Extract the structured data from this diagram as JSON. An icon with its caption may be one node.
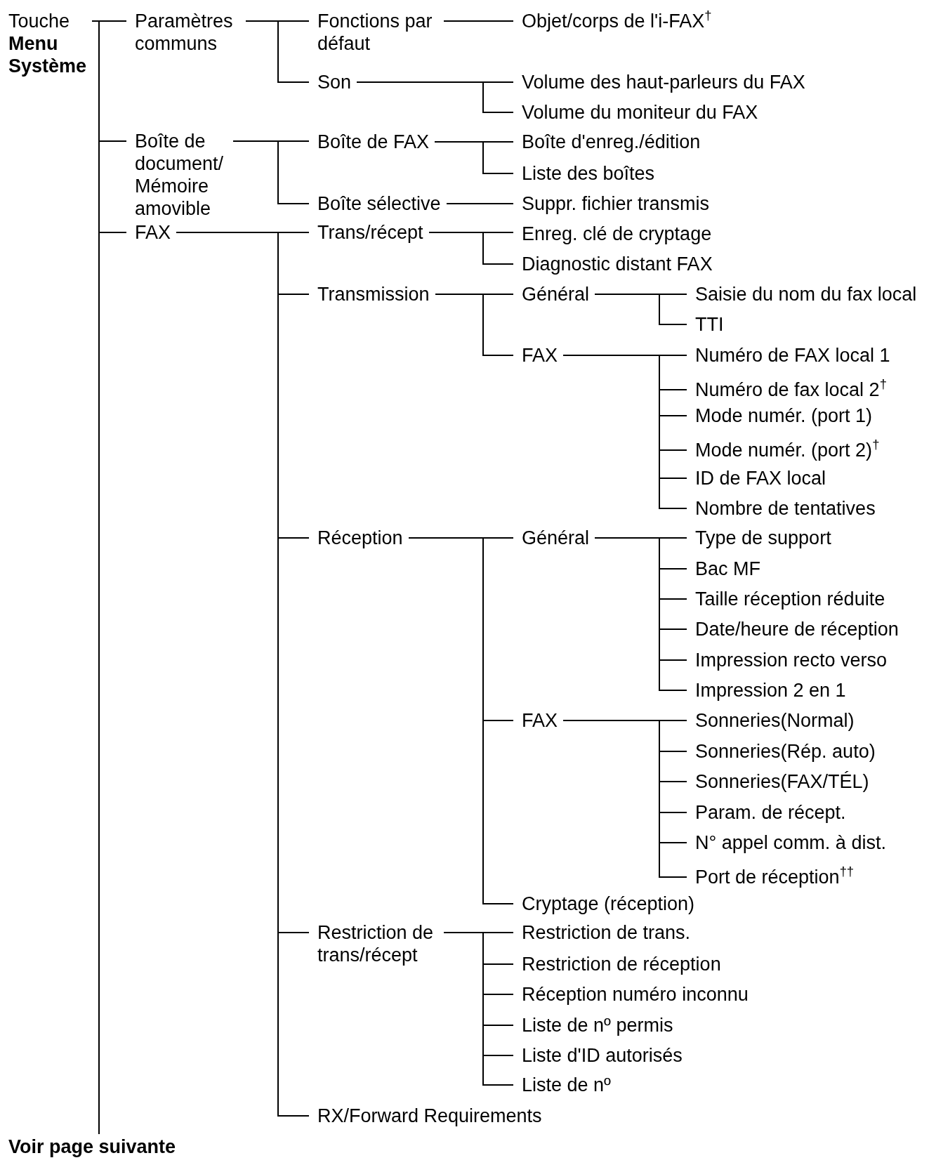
{
  "diagram": {
    "nodes": [
      {
        "text": [
          "Touche **Menu Système**"
        ]
      },
      {
        "text": [
          "Paramètres communs"
        ]
      },
      {
        "text": [
          "Fonctions par défaut"
        ]
      },
      {
        "text": [
          "Objet/corps de l'i-FAX$^{†}$"
        ]
      },
      {
        "text": [
          "Son"
        ]
      },
      {
        "text": [
          "Volume des haut-parleurs du FAX"
        ]
      },
      {
        "text": [
          "Volume du moniteur du FAX"
        ]
      },
      {
        "text": [
          "Boîte de document/ Mémoire amovible"
        ]
      },
      {
        "text": [
          "Boîte de FAX"
        ]
      },
      {
        "text": [
          "Boîte d'enreg./édition"
        ]
      },
      {
        "text": [
          "Liste des boîtes"
        ]
      },
      {
        "text": [
          "Boîte sélective"
        ]
      },
      {
        "text": [
          "Suppr. fichier transmis"
        ]
      },
      {
        "text": [
          "FAX"
        ]
      },
      {
        "text": [
          "Trans/récept"
        ]
      },
      {
        "text": [
          "Enreg. clé de cryptage"
        ]
      },
      {
        "text": [
          "Diagnostic distant FAX"
        ]
      },
      {
        "text": [
          "Transmission"
        ]
      },
      {
        "text": [
          "Général"
        ]
      },
      {
        "text": [
          "Saisie du nom du fax local"
        ]
      },
      {
        "text": [
          "TTI"
        ]
      },
      {
        "text": [
          "FAX"
        ]
      },
      {
        "text": [
          "Numéro de FAX local 1"
        ]
      },
      {
        "text": [
          "Numéro de fax local 2$^{†}$"
        ]
      },
      {
        "text": [
          "Mode numér. (port 1)"
        ]
      },
      {
        "text": [
          "Mode numér. (port 2)$^{†}$"
        ]
      },
      {
        "text": [
          "ID de FAX local"
        ]
      },
      {
        "text": [
          "Nombre de tentatives"
        ]
      },
      {
        "text": [
          "Réception"
        ]
      },
      {
        "text": [
          "Général"
        ]
      },
      {
        "text": [
          "Type de support"
        ]
      },
      {
        "text": [
          "Bac MF"
        ]
      },
      {
        "text": [
          "Taille réception réduite"
        ]
      },
      {
        "text": [
          "Date/heure de réception"
        ]
      },
      {
        "text": [
          "Impression recto verso"
        ]
      },
      {
        "text": [
          "Impression 2 en 1"
        ]
      },
      {
        "text": [
          "FAX"
        ]
      },
      {
        "text": [
          "Sonneries(Normal)"
        ]
      },
      {
        "text": [
          "Sonneries(Rép. auto)"
        ]
      },
      {
        "text": [
          "Sonneries(FAX/TÉL)"
        ]
      },
      {
        "text": [
          "Param. de récept."
        ]
      },
      {
        "text": [
          "N° appel comm. à dist."
        ]
      },
      {
        "text": [
          "Port de réception$^{††}$"
        ]
      },
      {
        "text": [
          "Cryptage (réception)"
        ]
      },
      {
        "text": [
          "Restriction de trans/récept"
        ]
      },
      {
        "text": [
          "Restriction de trans."
        ]
      },
      {
        "text": [
          "Restriction de réception"
        ]
      },
      {
        "text": [
          "Réception numéro inconnu"
        ]
      },
      {
        "text": [
          "Liste de nº permis"
        ]
      },
      {
        "text": [
          "Liste d'ID autorisés"
        ]
      },
      {
        "text": [
          "Liste de nº"
        ]
      },
      {
        "text": [
          "RX/Forward Requirements"
        ]
      },
      {
        "text": [
          "Voir page suivante"
        ]
      }
    ],
    "edges": [
      {
        "from": 0,
        "to": 1,
        "arrow": "none"
      },
      {
        "from": 0,
        "to": 7,
        "arrow": "none"
      },
      {
        "from": 0,
        "to": 13,
        "arrow": "none"
      },
      {
        "from": 0,
        "to": 52,
        "arrow": "none"
      },
      {
        "from": 1,
        "to": 2,
        "arrow": "none"
      },
      {
        "from": 1,
        "to": 4,
        "arrow": "none"
      },
      {
        "from": 2,
        "to": 3,
        "arrow": "none"
      },
      {
        "from": 4,
        "to": 5,
        "arrow": "none"
      },
      {
        "from": 4,
        "to": 6,
        "arrow": "none"
      },
      {
        "from": 7,
        "to": 8,
        "arrow": "none"
      },
      {
        "from": 7,
        "to": 11,
        "arrow": "none"
      },
      {
        "from": 8,
        "to": 9,
        "arrow": "none"
      },
      {
        "from": 8,
        "to": 10,
        "arrow": "none"
      },
      {
        "from": 11,
        "to": 12,
        "arrow": "none"
      },
      {
        "from": 13,
        "to": 14,
        "arrow": "none"
      },
      {
        "from": 13,
        "to": 17,
        "arrow": "none"
      },
      {
        "from": 13,
        "to": 28,
        "arrow": "none"
      },
      {
        "from": 13,
        "to": 44,
        "arrow": "none"
      },
      {
        "from": 13,
        "to": 51,
        "arrow": "none"
      },
      {
        "from": 14,
        "to": 15,
        "arrow": "none"
      },
      {
        "from": 14,
        "to": 16,
        "arrow": "none"
      },
      {
        "from": 17,
        "to": 18,
        "arrow": "none"
      },
      {
        "from": 17,
        "to": 21,
        "arrow": "none"
      },
      {
        "from": 18,
        "to": 19,
        "arrow": "none"
      },
      {
        "from": 18,
        "to": 20,
        "arrow": "none"
      },
      {
        "from": 21,
        "to": 22,
        "arrow": "none"
      },
      {
        "from": 21,
        "to": 23,
        "arrow": "none"
      },
      {
        "from": 21,
        "to": 24,
        "arrow": "none"
      },
      {
        "from": 21,
        "to": 25,
        "arrow": "none"
      },
      {
        "from": 21,
        "to": 26,
        "arrow": "none"
      },
      {
        "from": 21,
        "to": 27,
        "arrow": "none"
      },
      {
        "from": 28,
        "to": 29,
        "arrow": "none"
      },
      {
        "from": 28,
        "to": 36,
        "arrow": "none"
      },
      {
        "from": 28,
        "to": 43,
        "arrow": "none"
      },
      {
        "from": 29,
        "to": 30,
        "arrow": "none"
      },
      {
        "from": 29,
        "to": 31,
        "arrow": "none"
      },
      {
        "from": 29,
        "to": 32,
        "arrow": "none"
      },
      {
        "from": 29,
        "to": 33,
        "arrow": "none"
      },
      {
        "from": 29,
        "to": 34,
        "arrow": "none"
      },
      {
        "from": 29,
        "to": 35,
        "arrow": "none"
      },
      {
        "from": 36,
        "to": 37,
        "arrow": "none"
      },
      {
        "from": 36,
        "to": 38,
        "arrow": "none"
      },
      {
        "from": 36,
        "to": 39,
        "arrow": "none"
      },
      {
        "from": 36,
        "to": 40,
        "arrow": "none"
      },
      {
        "from": 36,
        "to": 41,
        "arrow": "none"
      },
      {
        "from": 36,
        "to": 42,
        "arrow": "none"
      },
      {
        "from": 44,
        "to": 45,
        "arrow": "none"
      },
      {
        "from": 44,
        "to": 46,
        "arrow": "none"
      },
      {
        "from": 44,
        "to": 47,
        "arrow": "none"
      },
      {
        "from": 44,
        "to": 48,
        "arrow": "none"
      },
      {
        "from": 44,
        "to": 49,
        "arrow": "none"
      },
      {
        "from": 44,
        "to": 50,
        "arrow": "none"
      }
    ]
  }
}
